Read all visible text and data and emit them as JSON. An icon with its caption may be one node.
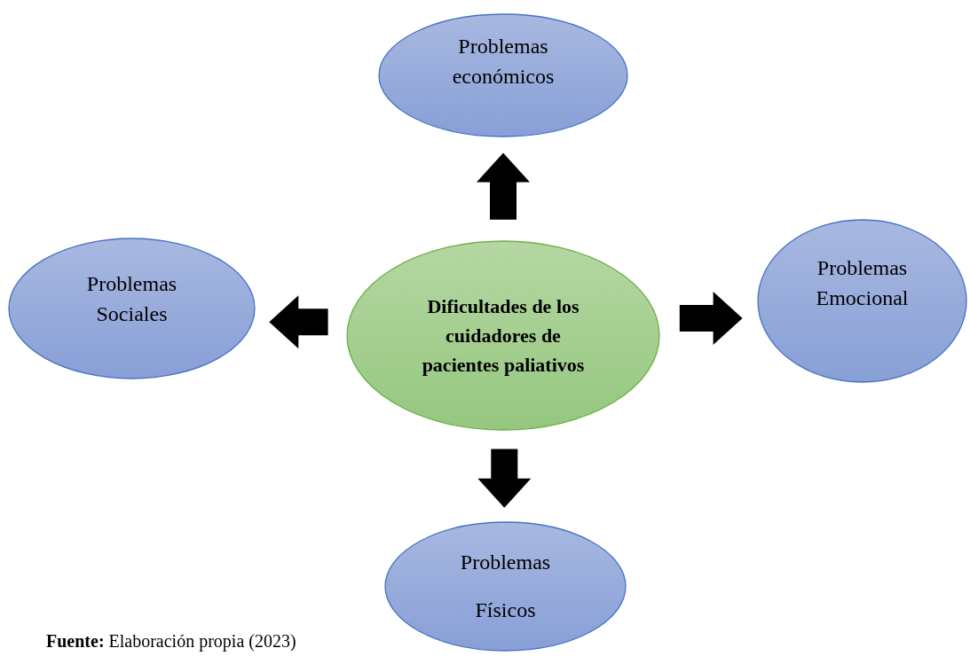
{
  "diagram": {
    "caption": "**Fuente:** Elaboración propia (2023)",
    "nodes": [
      {
        "text": [
          "Dificultades de los cuidadores de pacientes paliativos"
        ]
      },
      {
        "text": [
          "Problemas económicos"
        ]
      },
      {
        "text": [
          "Problemas Sociales"
        ]
      },
      {
        "text": [
          "Problemas Emocional"
        ]
      },
      {
        "text": [
          "Problemas",
          "Físicos"
        ]
      }
    ],
    "edges": [
      {
        "from": 0,
        "to": 1,
        "arrow": "to",
        "style": "thick"
      },
      {
        "from": 0,
        "to": 2,
        "arrow": "to",
        "style": "thick"
      },
      {
        "from": 0,
        "to": 3,
        "arrow": "to",
        "style": "thick"
      },
      {
        "from": 0,
        "to": 4,
        "arrow": "to",
        "style": "thick"
      }
    ]
  }
}
